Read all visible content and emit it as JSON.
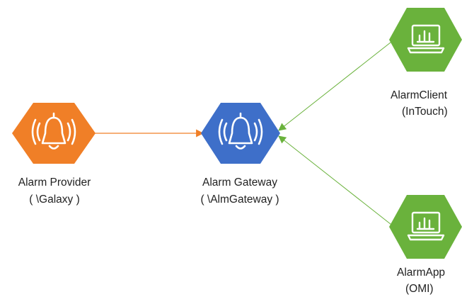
{
  "nodes": {
    "provider": {
      "title": "Alarm Provider",
      "subtitle": "( \\Galaxy )",
      "icon": "bell-icon",
      "color": "#F07F27"
    },
    "gateway": {
      "title": "Alarm Gateway",
      "subtitle": "( \\AlmGateway )",
      "icon": "bell-icon",
      "color": "#3E6FC9"
    },
    "client": {
      "title": "AlarmClient",
      "subtitle": "(InTouch)",
      "icon": "laptop-chart-icon",
      "color": "#6AB23C"
    },
    "app": {
      "title": "AlarmApp",
      "subtitle": "(OMI)",
      "icon": "laptop-chart-icon",
      "color": "#6AB23C"
    }
  },
  "edges": [
    {
      "from": "provider",
      "to": "gateway",
      "color": "#F07F27"
    },
    {
      "from": "client",
      "to": "gateway",
      "color": "#6AB23C"
    },
    {
      "from": "app",
      "to": "gateway",
      "color": "#6AB23C"
    }
  ]
}
